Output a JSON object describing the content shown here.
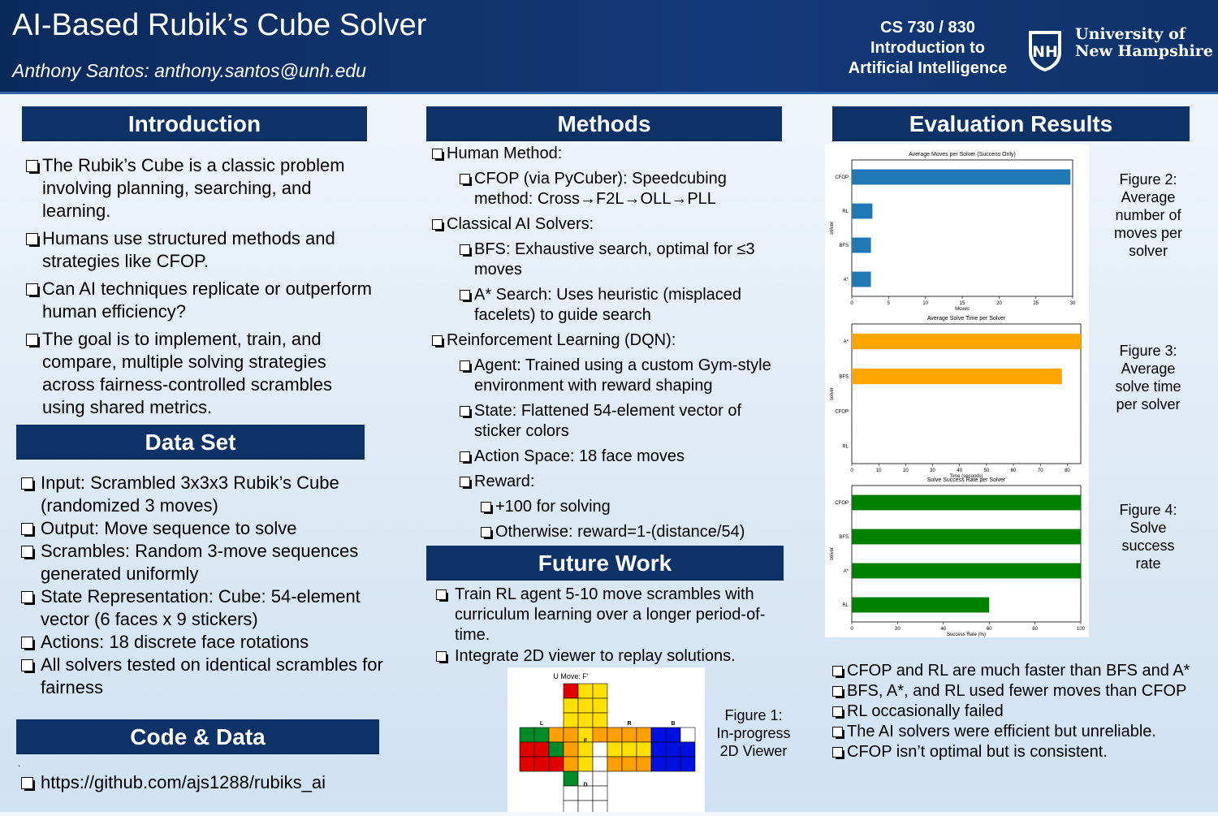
{
  "header": {
    "title": "AI-Based Rubik’s Cube Solver",
    "author": "Anthony Santos: anthony.santos@unh.edu",
    "course_lines": [
      "CS 730 / 830",
      "Introduction to",
      "Artificial Intelligence"
    ],
    "university_lines": [
      "University of",
      "New Hampshire"
    ],
    "logo_text": "NH"
  },
  "introduction": {
    "title": "Introduction",
    "items": [
      "The Rubik’s Cube is a classic problem involving planning, searching, and learning.",
      " Humans use structured methods and strategies like CFOP.",
      "Can AI techniques replicate or outperform human efficiency?",
      "The goal is to implement, train, and compare, multiple solving strategies across fairness-controlled scrambles using shared metrics."
    ]
  },
  "dataset": {
    "title": "Data Set",
    "items": [
      "Input: Scrambled 3x3x3 Rubik’s Cube (randomized 3 moves)",
      "Output: Move sequence to solve",
      "Scrambles: Random 3-move sequences generated uniformly",
      "State Representation: Cube: 54-element vector (6 faces x 9 stickers)",
      "Actions: 18 discrete face rotations",
      "All solvers tested on identical scrambles for fairness"
    ]
  },
  "code_data": {
    "title": "Code & Data",
    "dot": ".",
    "link": "https://github.com/ajs1288/rubiks_ai"
  },
  "methods": {
    "title": "Methods",
    "items": [
      {
        "level": 1,
        "text": "Human Method:"
      },
      {
        "level": 2,
        "text": "CFOP (via PyCuber): Speedcubing method: Cross→F2L→OLL→PLL"
      },
      {
        "level": 1,
        "text": "Classical AI Solvers:"
      },
      {
        "level": 2,
        "text": "BFS: Exhaustive search, optimal for ≤3 moves"
      },
      {
        "level": 2,
        "text": "A* Search: Uses heuristic (misplaced facelets) to guide search"
      },
      {
        "level": 1,
        "text": "Reinforcement Learning (DQN):"
      },
      {
        "level": 2,
        "text": "Agent: Trained using a custom Gym-style environment with reward shaping"
      },
      {
        "level": 2,
        "text": "State: Flattened 54-element vector of sticker colors"
      },
      {
        "level": 2,
        "text": "Action Space: 18 face moves"
      },
      {
        "level": 2,
        "text": "Reward:"
      },
      {
        "level": 3,
        "text": "+100 for solving"
      },
      {
        "level": 3,
        "text": "Otherwise: reward=1-(distance/54)"
      }
    ]
  },
  "future_work": {
    "title": "Future Work",
    "items": [
      "Train RL agent 5-10 move scrambles with curriculum learning over a longer period-of-time.",
      "Integrate 2D viewer to replay solutions."
    ]
  },
  "viewer": {
    "move_label": "U Move: F'",
    "face_labels": [
      "L",
      "F",
      "R",
      "B",
      "D"
    ],
    "caption_lines": [
      "Figure 1:",
      "In-progress",
      "2D Viewer"
    ],
    "colors": {
      "W": "#ffffff",
      "Y": "#ffe000",
      "R": "#e00000",
      "G": "#008a2a",
      "B": "#0010e0",
      "O": "#ffa000"
    },
    "faces": {
      "U": [
        "RYY",
        "YYY",
        "YYY"
      ],
      "L": [
        "GGO",
        "RRG",
        "RRR"
      ],
      "F": [
        "OYO",
        "OYW",
        "OYW"
      ],
      "R": [
        "OOO",
        "YYY",
        "OOO"
      ],
      "B": [
        "BBW",
        "BBB",
        "BBB"
      ],
      "D": [
        "GWW",
        "WWW",
        "WWW"
      ]
    }
  },
  "evaluation": {
    "title": "Evaluation Results",
    "captions": [
      [
        "Figure 2:",
        "Average",
        "number of",
        "moves per",
        "solver"
      ],
      [
        "Figure 3:",
        "Average",
        "solve time",
        "per solver"
      ],
      [
        "Figure 4:",
        "Solve",
        "success",
        "rate"
      ]
    ],
    "findings": [
      "CFOP and RL are much faster than BFS and A*",
      "BFS, A*, and RL used fewer moves than CFOP",
      "RL occasionally failed",
      "The AI solvers were efficient but unreliable.",
      " CFOP isn’t optimal but is consistent."
    ]
  },
  "chart_data": [
    {
      "type": "bar",
      "orientation": "horizontal",
      "title": "Average Moves per Solver (Success Only)",
      "xlabel": "Moves",
      "ylabel": "solver",
      "categories": [
        "CFOP",
        "RL",
        "BFS",
        "A*"
      ],
      "values": [
        29.7,
        2.8,
        2.6,
        2.6
      ],
      "xlim": [
        0,
        30
      ],
      "xticks": [
        0,
        5,
        10,
        15,
        20,
        25,
        30
      ],
      "color": "#1f77b4"
    },
    {
      "type": "bar",
      "orientation": "horizontal",
      "title": "Average Solve Time per Solver",
      "xlabel": "Time (seconds)",
      "ylabel": "solver",
      "categories": [
        "A*",
        "BFS",
        "CFOP",
        "RL"
      ],
      "values": [
        85.0,
        78.0,
        0.02,
        0.01
      ],
      "xlim": [
        0,
        85
      ],
      "xticks": [
        0,
        10,
        20,
        30,
        40,
        50,
        60,
        70,
        80
      ],
      "color": "#ffa500"
    },
    {
      "type": "bar",
      "orientation": "horizontal",
      "title": "Solve Success Rate per Solver",
      "xlabel": "Success Rate (%)",
      "ylabel": "solver",
      "categories": [
        "CFOP",
        "BFS",
        "A*",
        "RL"
      ],
      "values": [
        100,
        100,
        100,
        60
      ],
      "xlim": [
        0,
        100
      ],
      "xticks": [
        0,
        20,
        40,
        60,
        80,
        100
      ],
      "color": "#008000"
    }
  ]
}
